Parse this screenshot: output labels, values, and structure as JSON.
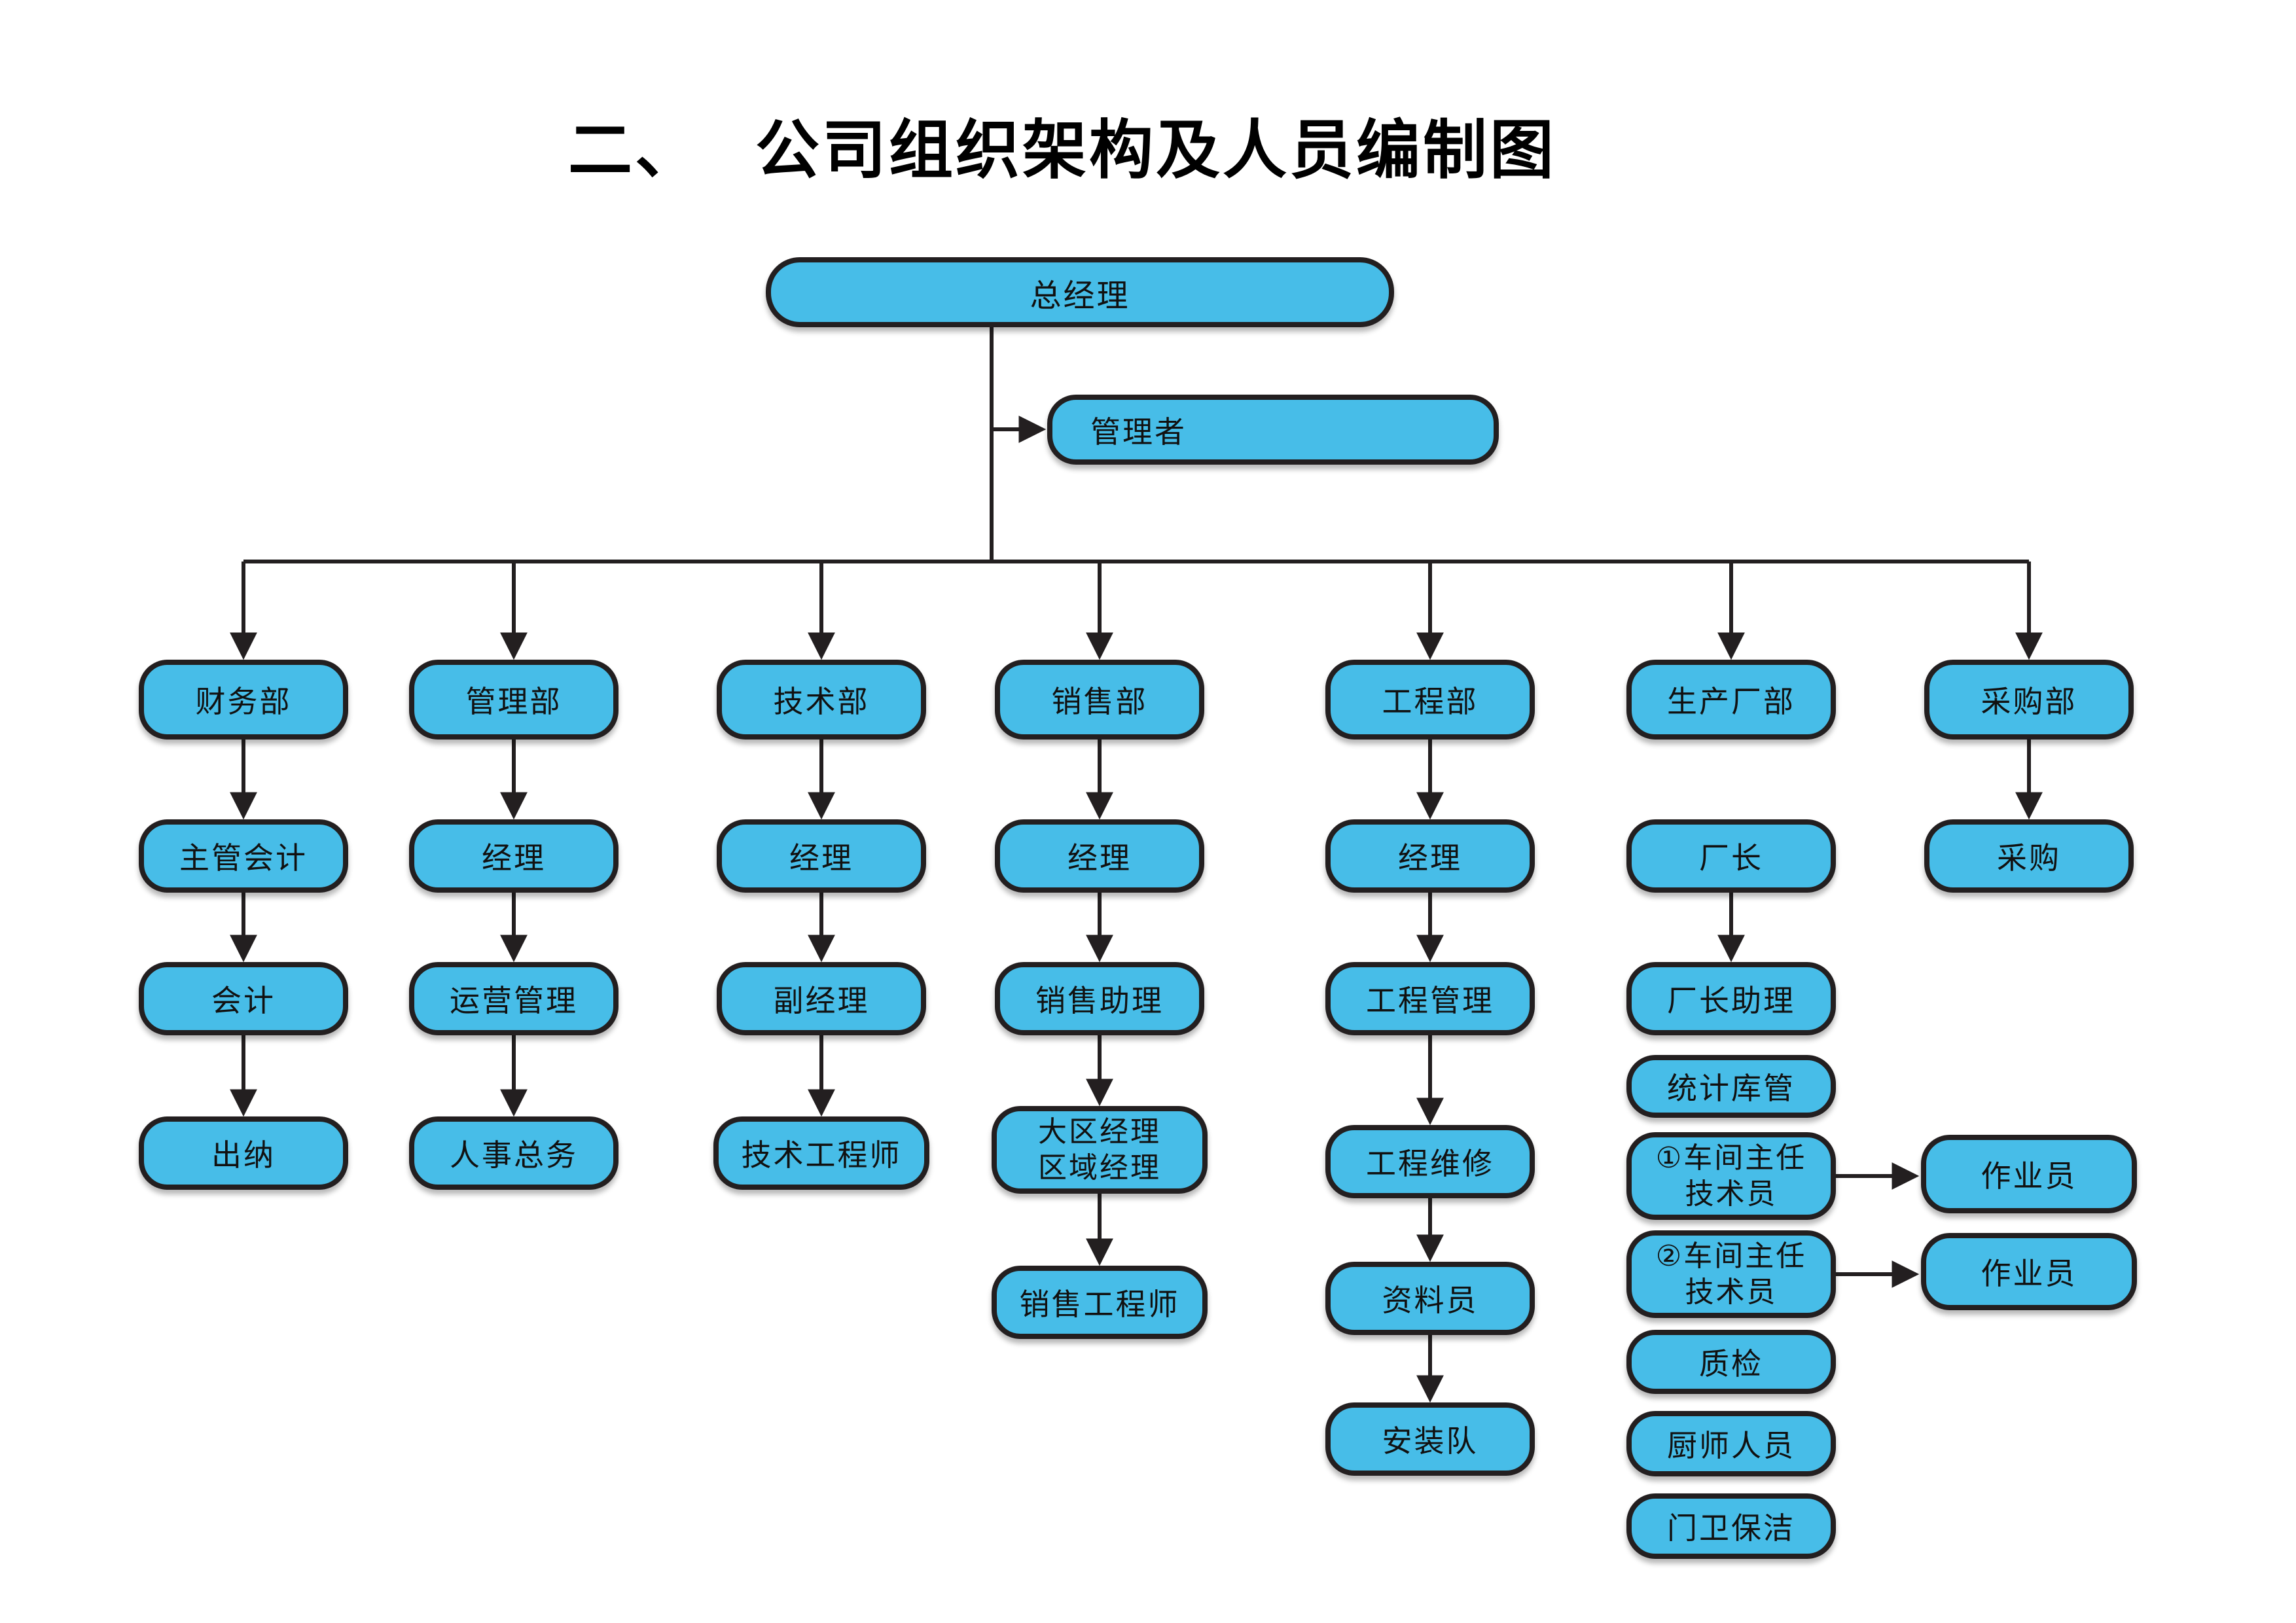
{
  "title": {
    "numbering": "二、",
    "text": "公司组织架构及人员编制图"
  },
  "top": {
    "general_manager": "总经理",
    "manager": "管理者"
  },
  "columns": {
    "finance": {
      "dept": "财务部",
      "level2": "主管会计",
      "level3": "会计",
      "level4": "出纳"
    },
    "admin": {
      "dept": "管理部",
      "level2": "经理",
      "level3": "运营管理",
      "level4": "人事总务"
    },
    "tech": {
      "dept": "技术部",
      "level2": "经理",
      "level3": "副经理",
      "level4": "技术工程师"
    },
    "sales": {
      "dept": "销售部",
      "level2": "经理",
      "level3": "销售助理",
      "regional": {
        "line1": "大区经理",
        "line2": "区域经理"
      },
      "engineer": "销售工程师"
    },
    "engineering": {
      "dept": "工程部",
      "level2": "经理",
      "level3": "工程管理",
      "level4": "工程维修",
      "level5": "资料员",
      "level6": "安装队"
    },
    "production": {
      "dept": "生产厂部",
      "director": "厂长",
      "assistant": "厂长助理",
      "stats": "统计库管",
      "workshop1": {
        "line1": "①车间主任",
        "line2": "技术员"
      },
      "workshop2": {
        "line1": "②车间主任",
        "line2": "技术员"
      },
      "qc": "质检",
      "kitchen": "厨师人员",
      "security": "门卫保洁",
      "operator1": "作业员",
      "operator2": "作业员"
    },
    "procurement": {
      "dept": "采购部",
      "level2": "采购"
    }
  },
  "colors": {
    "box_fill": "#47BDE8",
    "box_border": "#231F20",
    "connector": "#231F20",
    "text": "#111111",
    "background": "#FFFFFF"
  }
}
